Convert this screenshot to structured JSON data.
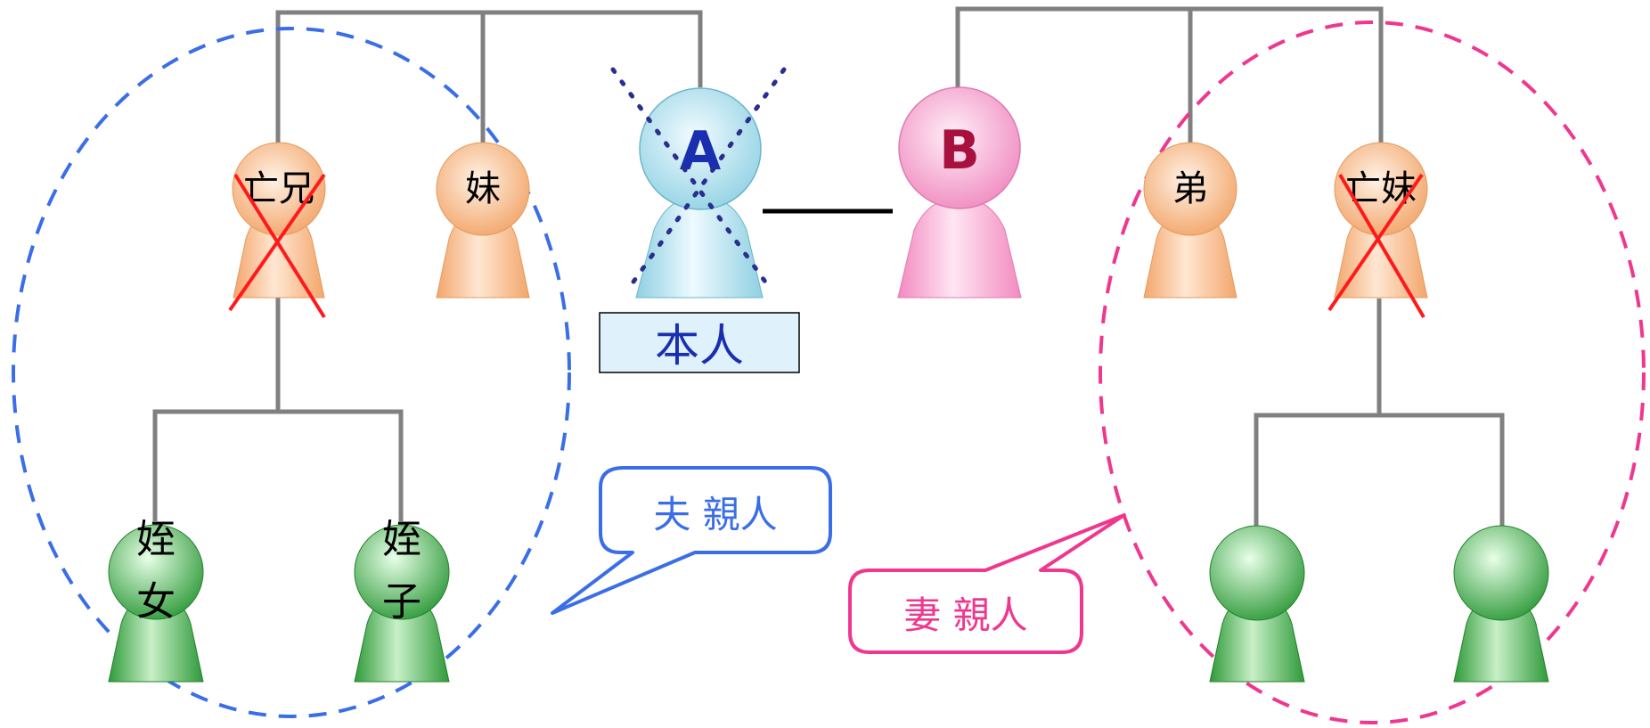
{
  "people": {
    "self_a": {
      "letter": "A",
      "tag": "本人"
    },
    "spouse_b": {
      "letter": "B"
    },
    "brother_deceased": {
      "label": "亡兄"
    },
    "sister": {
      "label": "妹"
    },
    "niece": {
      "label": "姪女"
    },
    "nephew": {
      "label": "姪子"
    },
    "younger_brother": {
      "label": "弟"
    },
    "sister_deceased": {
      "label": "亡妹"
    },
    "child_left": {
      "label": ""
    },
    "child_right": {
      "label": ""
    }
  },
  "callouts": {
    "husband_relatives": "夫 親人",
    "wife_relatives": "妻 親人"
  },
  "colors": {
    "husband_group": "#3a6ee8",
    "wife_group": "#f0378f",
    "deceased_mark": "#ff1a1a",
    "self_mark": "#2a2f8f",
    "line": "#808080"
  }
}
